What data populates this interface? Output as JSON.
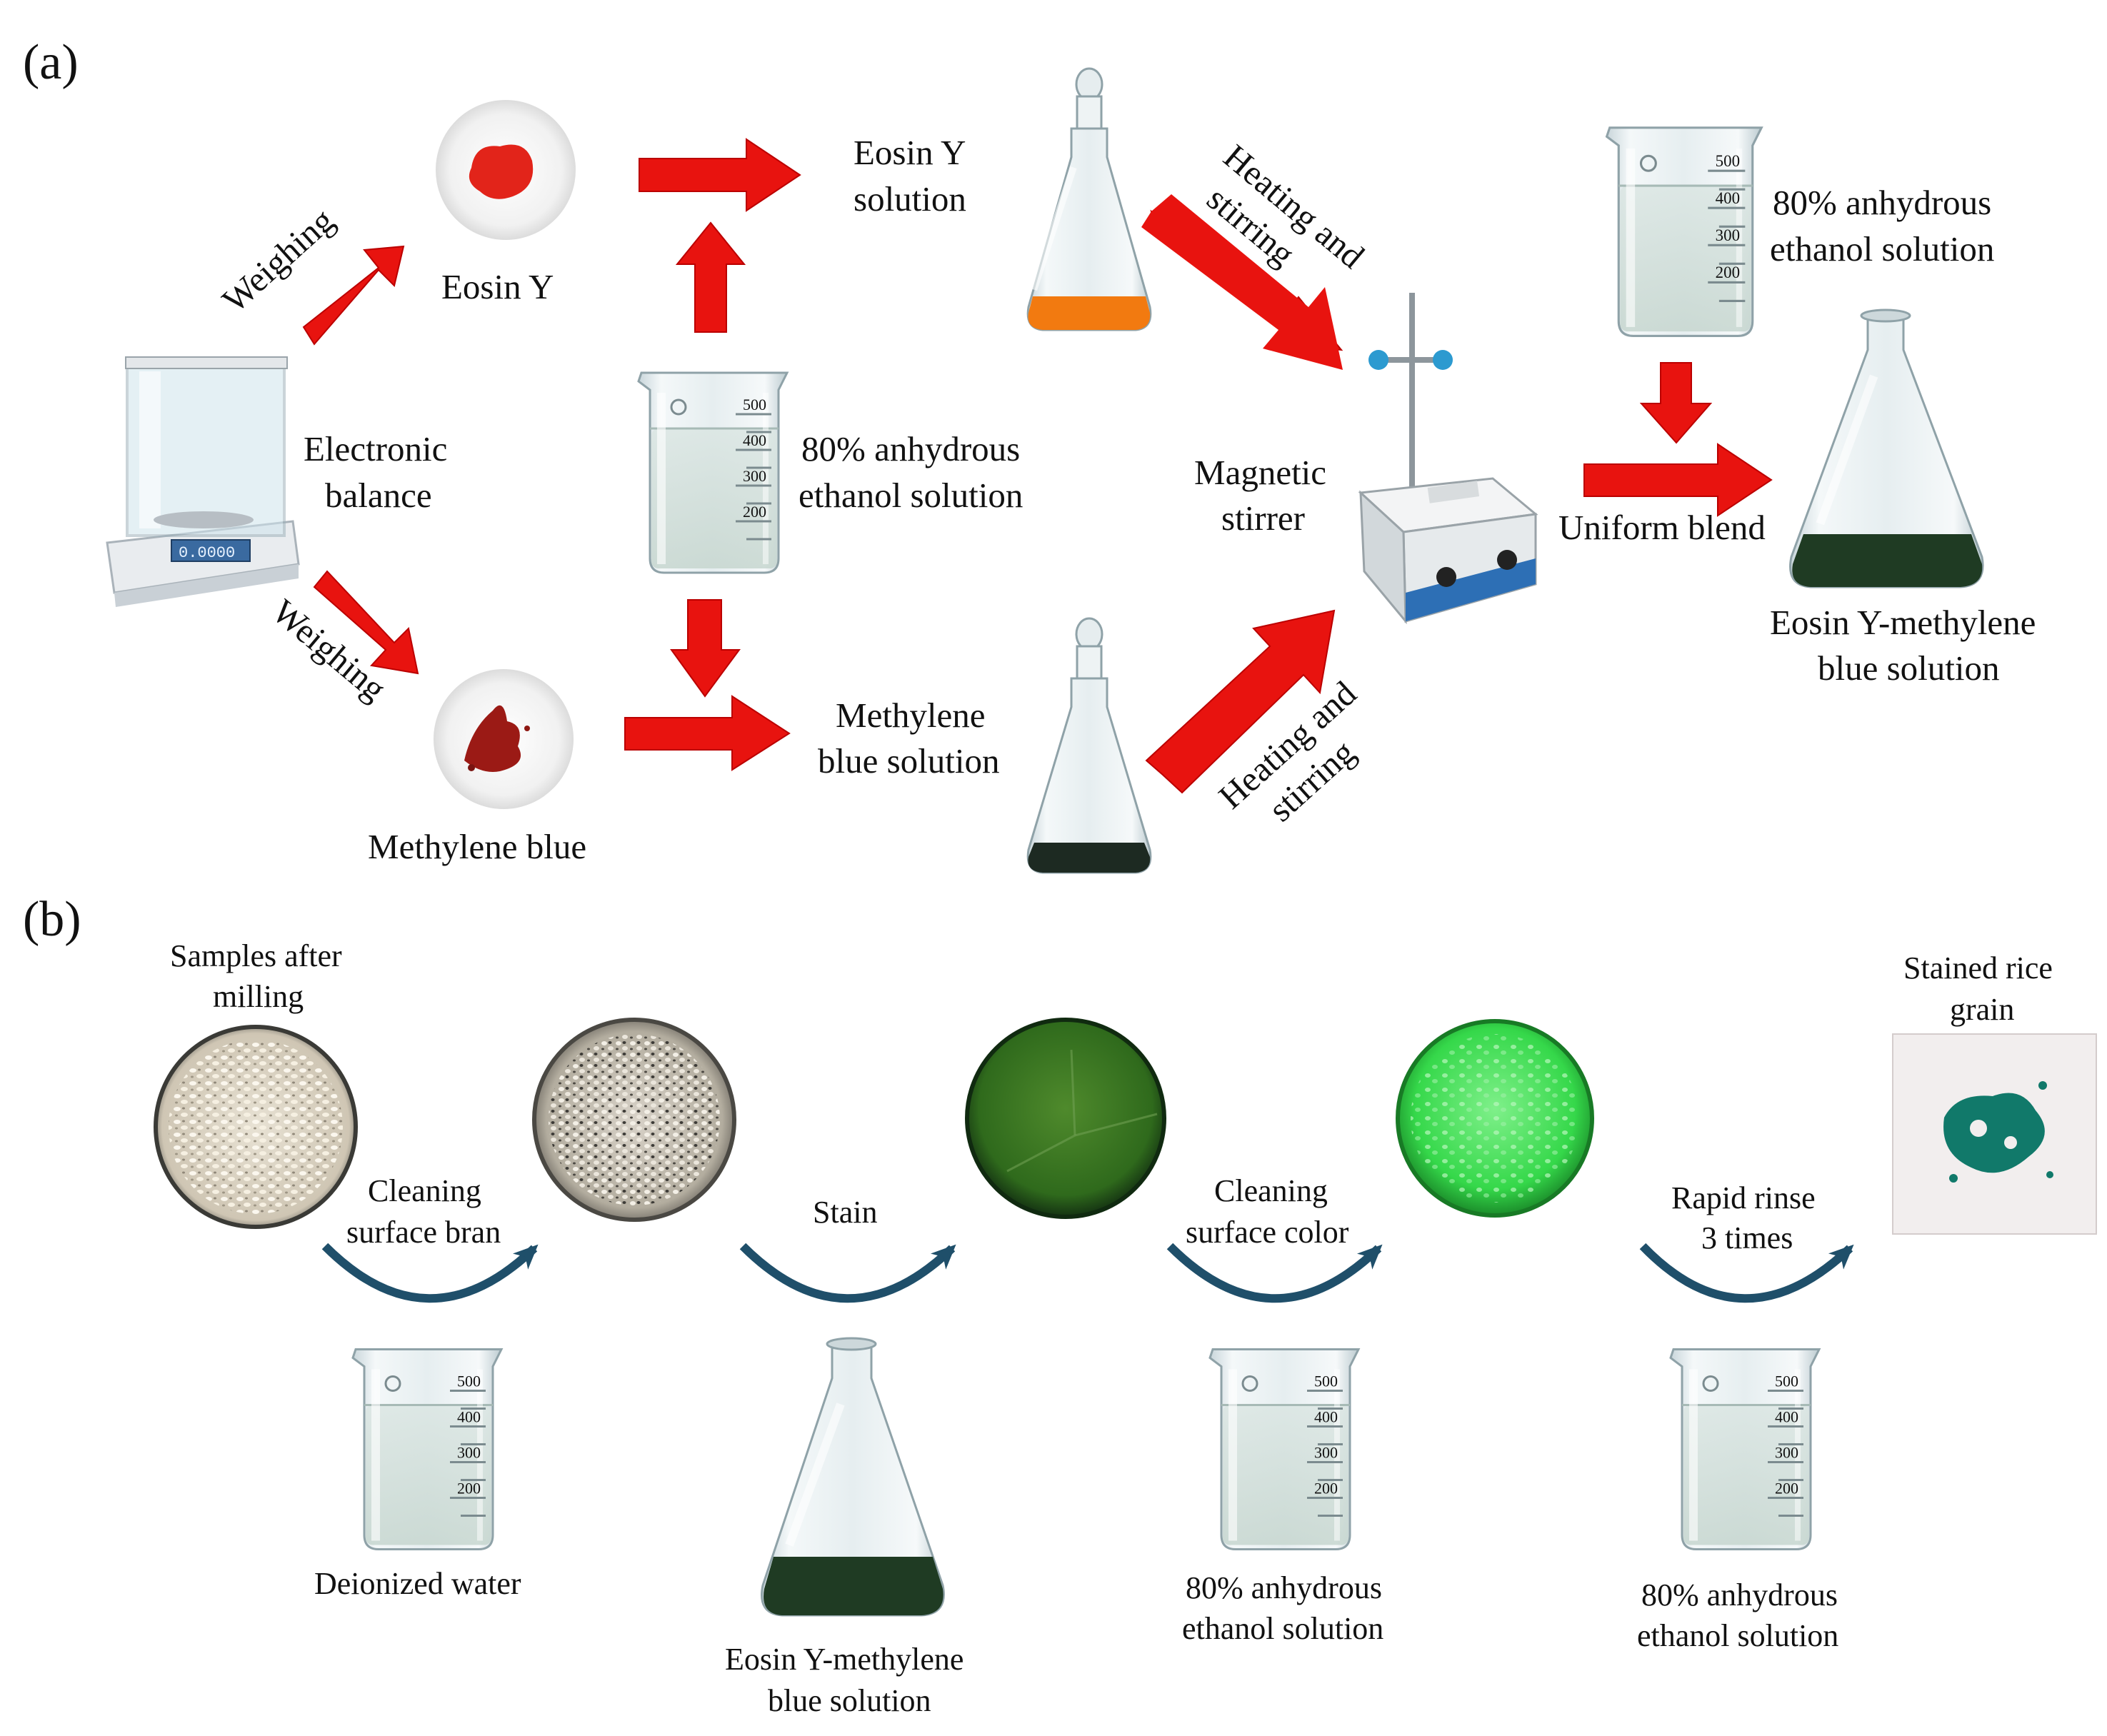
{
  "panel_a": {
    "tag": "(a)",
    "labels": {
      "weighing_top": "Weighing",
      "eosin_y": "Eosin Y",
      "eosin_y_solution_1": "Eosin Y",
      "eosin_y_solution_2": "solution",
      "heating_top_1": "Heating and",
      "heating_top_2": "stirring",
      "ethanol_top_1": "80% anhydrous",
      "ethanol_top_2": "ethanol solution",
      "electronic_balance_1": "Electronic",
      "electronic_balance_2": "balance",
      "ethanol_mid_1": "80% anhydrous",
      "ethanol_mid_2": "ethanol solution",
      "magnetic_stirrer_1": "Magnetic",
      "magnetic_stirrer_2": "stirrer",
      "uniform_blend": "Uniform blend",
      "mixture_1": "Eosin Y-methylene",
      "mixture_2": "blue solution",
      "weighing_bottom": "Weighing",
      "methylene_blue_solution_1": "Methylene",
      "methylene_blue_solution_2": "blue solution",
      "heating_bottom_1": "Heating and",
      "heating_bottom_2": "stirring",
      "methylene_blue": "Methylene blue"
    },
    "beaker_marks": [
      "500",
      "400",
      "300",
      "200"
    ],
    "balance_display": "0.0000"
  },
  "panel_b": {
    "tag": "(b)",
    "labels": {
      "samples_1": "Samples after",
      "samples_2": "milling",
      "cleaning_bran_1": "Cleaning",
      "cleaning_bran_2": "surface bran",
      "stain": "Stain",
      "cleaning_color_1": "Cleaning",
      "cleaning_color_2": "surface color",
      "rinse_1": "Rapid rinse",
      "rinse_2": "3 times",
      "stained_1": "Stained rice",
      "stained_2": "grain",
      "deionized_water": "Deionized water",
      "mixture_1": "Eosin Y-methylene",
      "mixture_2": "blue solution",
      "ethanol_a_1": "80% anhydrous",
      "ethanol_a_2": "ethanol solution",
      "ethanol_b_1": "80% anhydrous",
      "ethanol_b_2": "ethanol solution"
    }
  },
  "colors": {
    "arrow_red": "#e8130f",
    "curve_arrow": "#1f4f6a",
    "eosin_red": "#e2241a",
    "eosin_orange": "#f27a10",
    "methylene_dark": "#1d2a22",
    "stain_green": "#2f6a1c",
    "bright_green": "#35d84a",
    "teal_grain": "#11796a",
    "glass": "#d9e6ea"
  }
}
